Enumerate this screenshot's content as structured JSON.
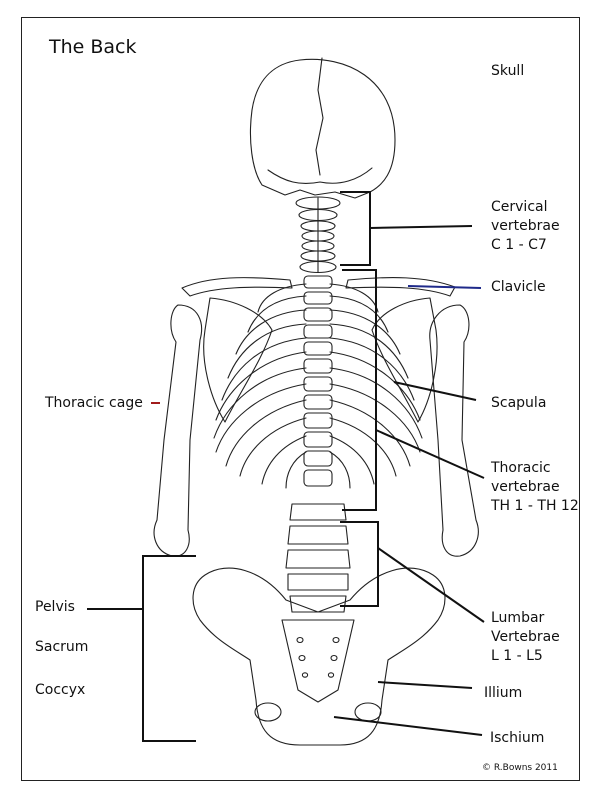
{
  "title": "The Back",
  "copyright": "© R.Bowns 2011",
  "labels": {
    "skull": "Skull",
    "cervical": [
      "Cervical",
      "vertebrae",
      "C 1 - C7"
    ],
    "clavicle": "Clavicle",
    "thoracic_cage": "Thoracic cage",
    "scapula": "Scapula",
    "thoracic_vertebrae": [
      "Thoracic",
      "vertebrae",
      "TH 1 - TH 12"
    ],
    "pelvis": "Pelvis",
    "sacrum": "Sacrum",
    "coccyx": "Coccyx",
    "lumbar": [
      "Lumbar",
      "Vertebrae",
      "L 1 - L5"
    ],
    "illium": "Illium",
    "ischium": "Ischium"
  },
  "colors": {
    "line": "#111111",
    "clavicle_pointer": "#1f2a8a",
    "thoracic_cage_pointer": "#a11b1b"
  }
}
